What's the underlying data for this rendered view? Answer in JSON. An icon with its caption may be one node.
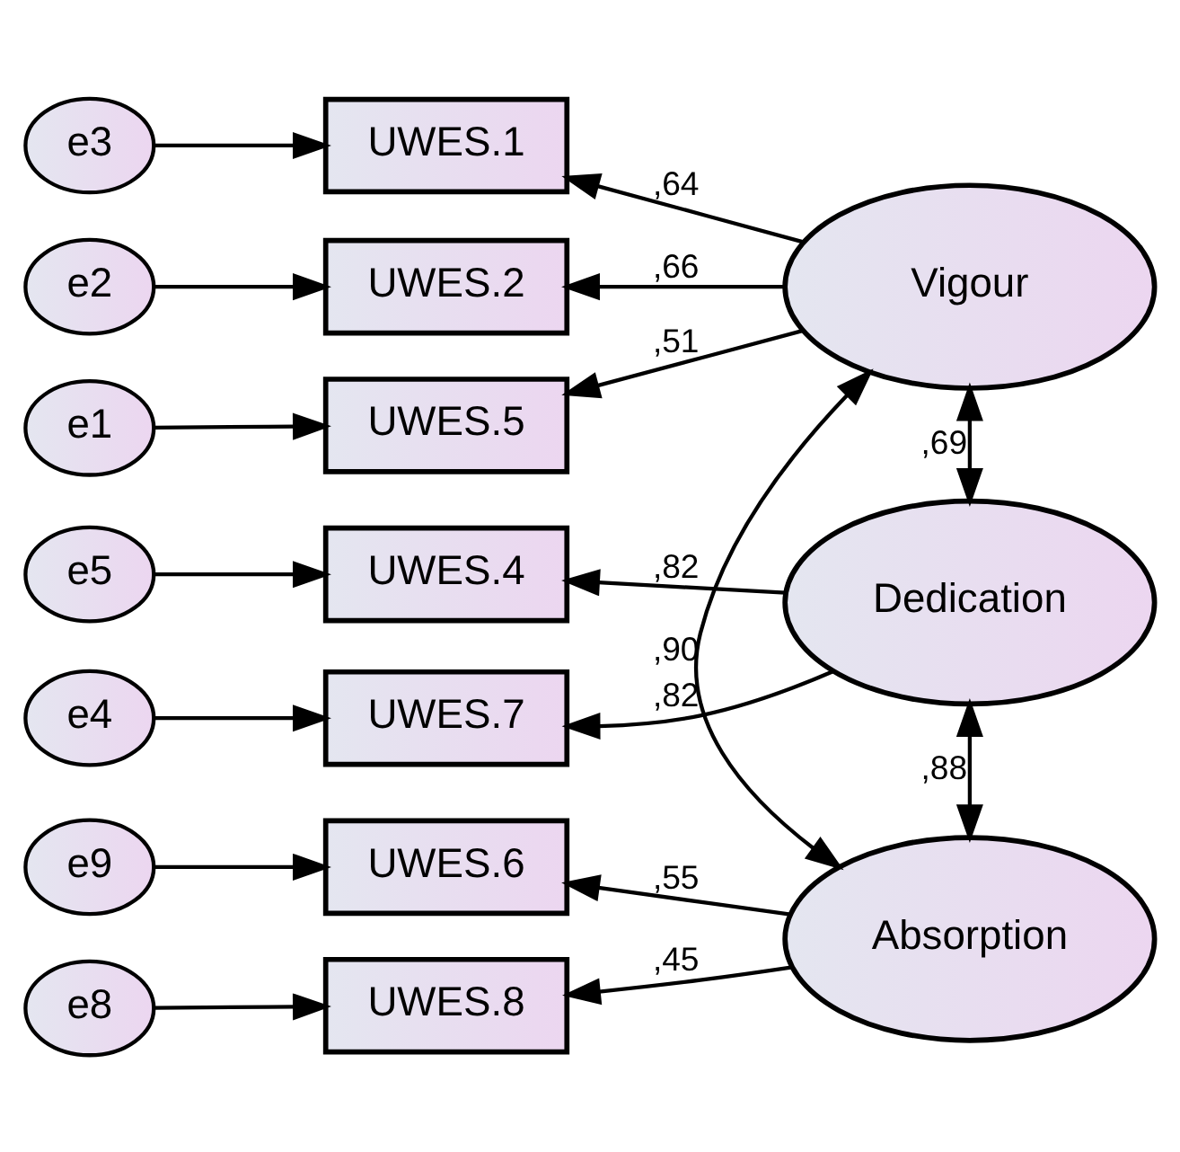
{
  "diagram": {
    "nodes": [
      {
        "text": [
          "e3"
        ]
      },
      {
        "text": [
          "UWES.1"
        ]
      },
      {
        "text": [
          "e2"
        ]
      },
      {
        "text": [
          "UWES.2"
        ]
      },
      {
        "text": [
          "e1"
        ]
      },
      {
        "text": [
          "UWES.5"
        ]
      },
      {
        "text": [
          "Vigour"
        ]
      },
      {
        "text": [
          "e5"
        ]
      },
      {
        "text": [
          "UWES.4"
        ]
      },
      {
        "text": [
          "e4"
        ]
      },
      {
        "text": [
          "UWES.7"
        ]
      },
      {
        "text": [
          "Dedication"
        ]
      },
      {
        "text": [
          "e9"
        ]
      },
      {
        "text": [
          "UWES.6"
        ]
      },
      {
        "text": [
          "e8"
        ]
      },
      {
        "text": [
          "UWES.8"
        ]
      },
      {
        "text": [
          "Absorption"
        ]
      }
    ],
    "edges": [
      {
        "from": 0,
        "to": 1,
        "arrow": "to"
      },
      {
        "from": 2,
        "to": 3,
        "arrow": "to"
      },
      {
        "from": 4,
        "to": 5,
        "arrow": "to"
      },
      {
        "from": 6,
        "to": 1,
        "arrow": "to",
        "label": ",64"
      },
      {
        "from": 6,
        "to": 3,
        "arrow": "to",
        "label": ",66"
      },
      {
        "from": 6,
        "to": 5,
        "arrow": "to",
        "label": ",51"
      },
      {
        "from": 7,
        "to": 8,
        "arrow": "to"
      },
      {
        "from": 9,
        "to": 10,
        "arrow": "to"
      },
      {
        "from": 11,
        "to": 8,
        "arrow": "to",
        "label": ",82"
      },
      {
        "from": 11,
        "to": 10,
        "arrow": "to",
        "label": ",82"
      },
      {
        "from": 12,
        "to": 13,
        "arrow": "to"
      },
      {
        "from": 14,
        "to": 15,
        "arrow": "to"
      },
      {
        "from": 16,
        "to": 13,
        "arrow": "to",
        "label": ",55"
      },
      {
        "from": 16,
        "to": 15,
        "arrow": "to",
        "label": ",45"
      },
      {
        "from": 6,
        "to": 11,
        "arrow": "both",
        "label": ",69"
      },
      {
        "from": 11,
        "to": 16,
        "arrow": "both",
        "label": ",88"
      },
      {
        "from": 6,
        "to": 16,
        "arrow": "both",
        "label": ",90"
      }
    ]
  }
}
